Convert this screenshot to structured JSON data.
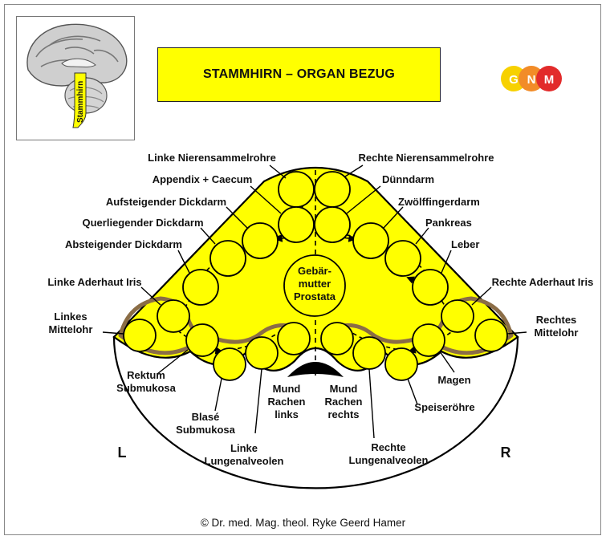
{
  "header": {
    "title": "STAMMHIRN – ORGAN BEZUG",
    "brain_label": "Stammhirn",
    "logo_letters": [
      "G",
      "N",
      "M"
    ]
  },
  "diagram": {
    "center_label": [
      "Gebär-",
      "mutter",
      "Prostata"
    ],
    "side_left": "L",
    "side_right": "R",
    "labels": {
      "linke_nierensammelrohre": "Linke Nierensammelrohre",
      "rechte_nierensammelrohre": "Rechte Nierensammelrohre",
      "appendix_caecum": "Appendix + Caecum",
      "duenndarm": "Dünndarm",
      "aufsteigender_dickdarm": "Aufsteigender Dickdarm",
      "zwoelffingerdarm": "Zwölffingerdarm",
      "querliegender_dickdarm": "Querliegender Dickdarm",
      "pankreas": "Pankreas",
      "absteigender_dickdarm": "Absteigender Dickdarm",
      "leber": "Leber",
      "linke_aderhaut_iris": "Linke Aderhaut Iris",
      "rechte_aderhaut_iris": "Rechte Aderhaut Iris",
      "linkes_mittelohr": [
        "Linkes",
        "Mittelohr"
      ],
      "rechtes_mittelohr": [
        "Rechtes",
        "Mittelohr"
      ],
      "rektum_submukosa": [
        "Rektum",
        "Submukosa"
      ],
      "magen": "Magen",
      "blase_submukosa": [
        "Blasé",
        "Submukosa"
      ],
      "speiseroehre": "Speiseröhre",
      "mund_rachen_links": [
        "Mund",
        "Rachen",
        "links"
      ],
      "mund_rachen_rechts": [
        "Mund",
        "Rachen",
        "rechts"
      ],
      "linke_lungenalveolen": [
        "Linke",
        "Lungenalveolen"
      ],
      "rechte_lungenalveolen": [
        "Rechte",
        "Lungenalveolen"
      ]
    },
    "colors": {
      "yellow": "#ffff00",
      "outline": "#000000",
      "brown_band": "#8b6d46"
    }
  },
  "footer": {
    "copyright": "© Dr. med. Mag. theol. Ryke Geerd Hamer"
  }
}
